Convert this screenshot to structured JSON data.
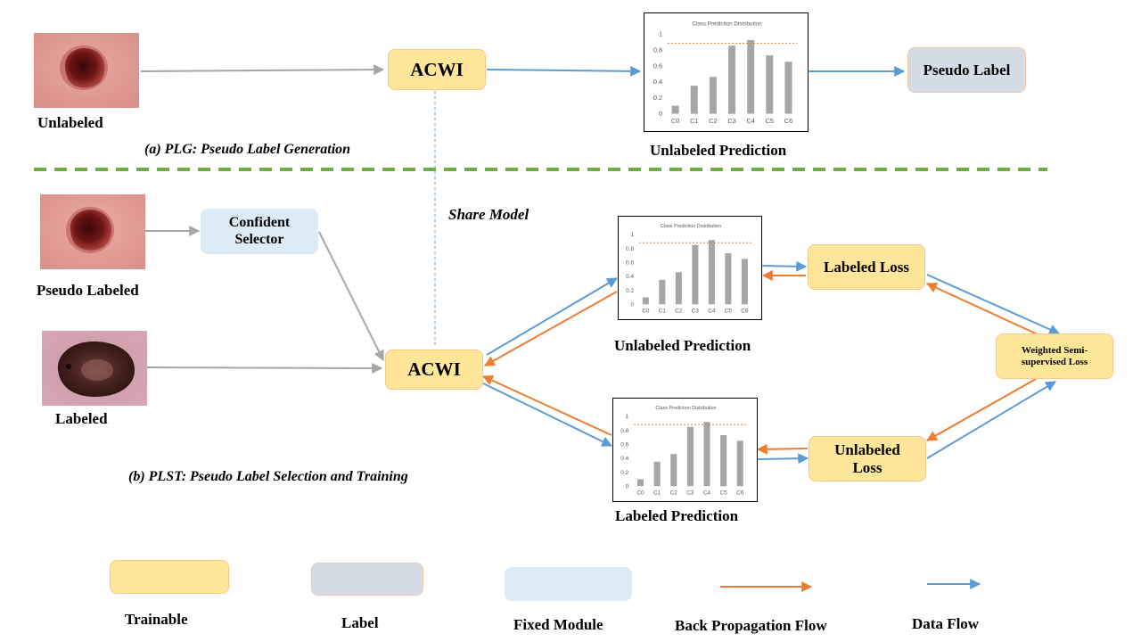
{
  "section_a": {
    "caption": "(a) PLG: Pseudo Label Generation",
    "image_label": "Unlabeled",
    "model": "ACWI",
    "chart_caption": "Unlabeled Prediction",
    "output": "Pseudo Label"
  },
  "share_model": "Share Model",
  "section_b": {
    "caption": "(b) PLST: Pseudo Label Selection and Training",
    "pseudo_image_label": "Pseudo Labeled",
    "labeled_image_label": "Labeled",
    "selector": "Confident Selector",
    "model": "ACWI",
    "chart1_caption": "Unlabeled Prediction",
    "chart2_caption": "Labeled Prediction",
    "labeled_loss": "Labeled Loss",
    "unlabeled_loss": "Unlabeled Loss",
    "weighted_loss": "Weighted Semi-supervised Loss"
  },
  "legend": {
    "trainable": "Trainable",
    "label": "Label",
    "fixed": "Fixed Module",
    "back_prop": "Back Propagation Flow",
    "data_flow": "Data Flow"
  },
  "colors": {
    "trainable": "#ffe699",
    "label": "#d6dce5",
    "fixed": "#ddebf7",
    "data_flow": "#5b9bd5",
    "back_prop": "#ed7d31",
    "separator": "#70ad47",
    "bars": "#a6a6a6"
  },
  "chart_data": {
    "type": "bar",
    "title": "Class Prediction Distribution",
    "categories": [
      "C0",
      "C1",
      "C2",
      "C3",
      "C4",
      "C5",
      "C6"
    ],
    "values": [
      0.1,
      0.35,
      0.46,
      0.85,
      0.92,
      0.73,
      0.65
    ],
    "threshold": 0.88,
    "ylim": [
      0,
      1
    ],
    "yticks": [
      "0",
      "0.2",
      "0.4",
      "0.6",
      "0.8",
      "1"
    ]
  }
}
